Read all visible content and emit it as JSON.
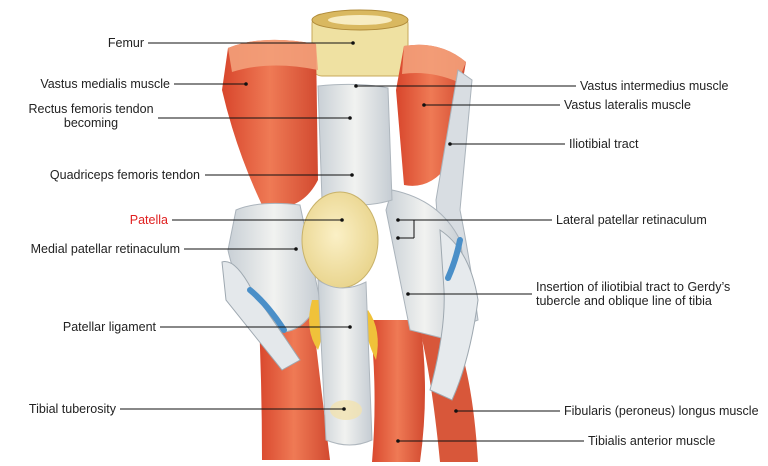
{
  "labels": {
    "femur": "Femur",
    "vastus_medialis": "Vastus medialis muscle",
    "rectus_line1": "Rectus femoris tendon",
    "rectus_line2": "becoming",
    "quadriceps": "Quadriceps femoris tendon",
    "patella": "Patella",
    "medial_retinaculum": "Medial patellar retinaculum",
    "patellar_ligament": "Patellar ligament",
    "tibial_tuberosity": "Tibial tuberosity",
    "vastus_intermedius": "Vastus intermedius muscle",
    "vastus_lateralis": "Vastus lateralis muscle",
    "iliotibial": "Iliotibial tract",
    "lateral_retinaculum": "Lateral patellar retinaculum",
    "insertion_line1": "Insertion of iliotibial tract to Gerdy’s",
    "insertion_line2": "tubercle and oblique line of tibia",
    "fibularis": "Fibularis (peroneus) longus muscle",
    "tibialis": "Tibialis anterior muscle"
  },
  "colors": {
    "muscle": "#e0573a",
    "muscle_light": "#f2a07a",
    "tendon": "#dfe3e6",
    "tendon_shade": "#b9c2c9",
    "bone": "#f4e2a0",
    "fat": "#f0c23a",
    "vessel": "#4a8fc8",
    "highlight_label": "#e02020"
  }
}
